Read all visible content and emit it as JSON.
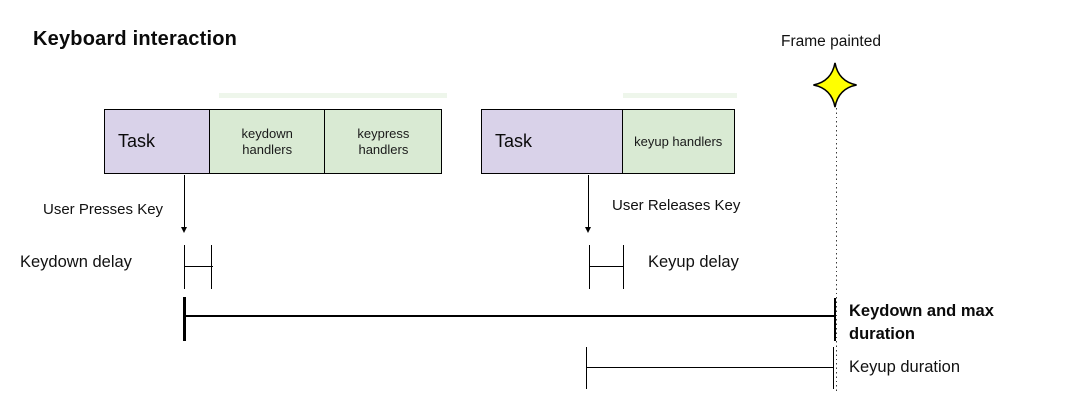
{
  "title": "Keyboard interaction",
  "frame_painted": {
    "label": "Frame painted",
    "star_color": "#FFFF00",
    "star_outline": "#000000"
  },
  "colors": {
    "task_fill": "#D9D2E9",
    "handler_fill": "#D9EAD3",
    "line": "#000000"
  },
  "keydown_sequence": {
    "task_label": "Task",
    "handlers": [
      "keydown handlers",
      "keypress handlers"
    ]
  },
  "keyup_sequence": {
    "task_label": "Task",
    "handlers": [
      "keyup handlers"
    ]
  },
  "annotations": {
    "user_presses_key": "User Presses Key",
    "user_releases_key": "User Releases Key",
    "keydown_delay": "Keydown delay",
    "keyup_delay": "Keyup delay",
    "keydown_max_duration": "Keydown and max duration",
    "keyup_duration": "Keyup duration"
  }
}
